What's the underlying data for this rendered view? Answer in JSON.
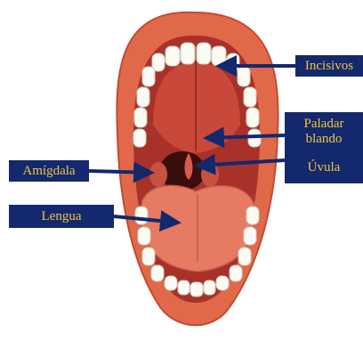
{
  "labels": {
    "incisivos": "Incisivos",
    "paladar_line1": "Paladar",
    "paladar_line2": "blando",
    "uvula": "Úvula",
    "amigdala": "Amígdala",
    "lengua": "Lengua"
  },
  "colors": {
    "label_background": "#14286e",
    "label_text": "#f3c63a",
    "arrow": "#14286e",
    "lips": "#e0694a",
    "mouth_interior": "#a8312a",
    "teeth": "#fbfbf4"
  }
}
